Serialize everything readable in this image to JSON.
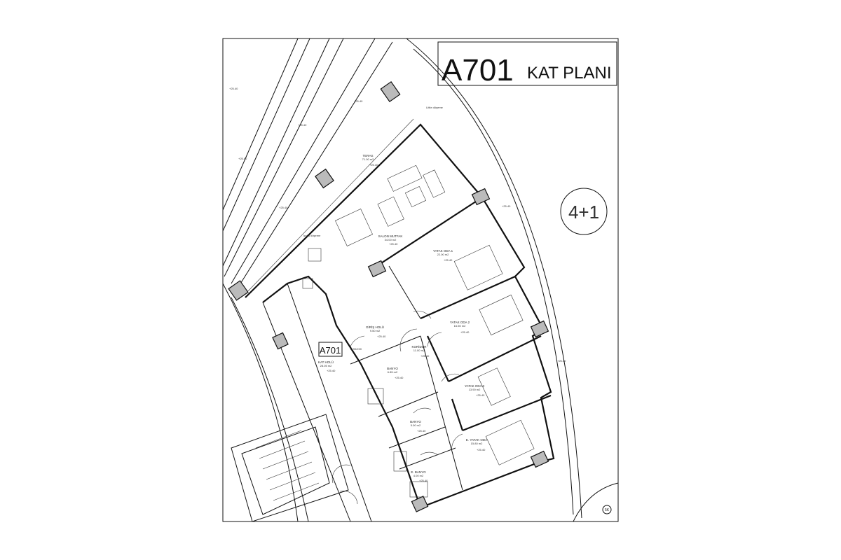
{
  "title": {
    "code": "A701",
    "text": "KAT PLANI"
  },
  "unit_type": "4+1",
  "unit_tag": "A701",
  "elevation": "+25.40",
  "notes": [
    "Little döşeme",
    "Izolla döşeme"
  ],
  "rooms": [
    {
      "name": "TERAS",
      "area": "71.00 m2"
    },
    {
      "name": "SALON MUTFAK",
      "area": "34.00 m2"
    },
    {
      "name": "YATAK ODA 1",
      "area": "22.00 m2"
    },
    {
      "name": "GİRİŞ HOLÜ",
      "area": "9.50 m2"
    },
    {
      "name": "KORİDOR",
      "area": "11.00 m2"
    },
    {
      "name": "YATAK ODA 2",
      "area": "16.50 m2"
    },
    {
      "name": "BANYO",
      "area": "6.85 m2"
    },
    {
      "name": "KAT HOLÜ",
      "area": "28.05 m2"
    },
    {
      "name": "YATAK ODA 3",
      "area": "13.90 m2"
    },
    {
      "name": "BANYO",
      "area": "5.00 m2"
    },
    {
      "name": "E. YATAK ODA",
      "area": "15.80 m2"
    },
    {
      "name": "E. BANYO",
      "area": "4.00 m2"
    }
  ],
  "door_tag": "K 90/220",
  "north_mark": "5K"
}
